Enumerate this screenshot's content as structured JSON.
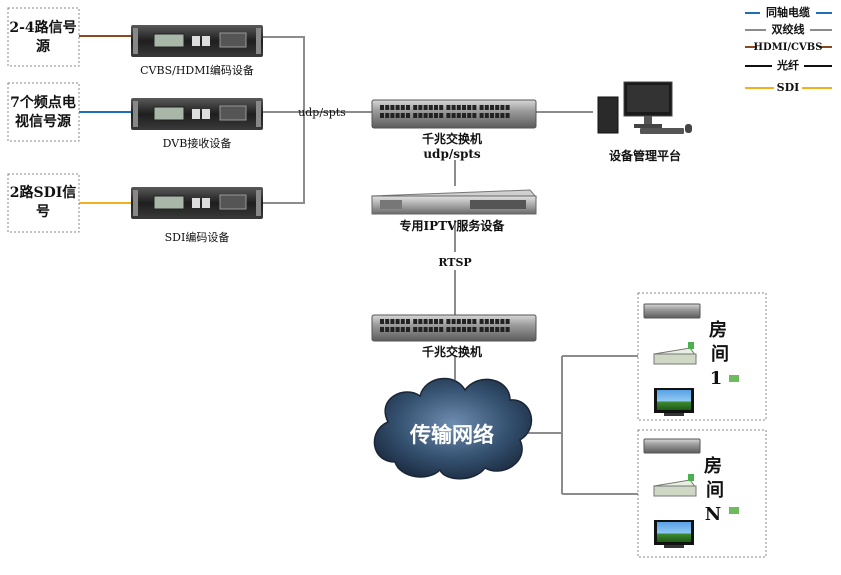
{
  "legend": [
    {
      "label": "同轴电缆",
      "color": "#1f6fb5"
    },
    {
      "label": "双绞线",
      "color": "#8c8c8c"
    },
    {
      "label": "HDMI/CVBS",
      "color": "#8b4a1e"
    },
    {
      "label": "光纤",
      "color": "#111111"
    },
    {
      "label": "SDI",
      "color": "#f2b01e"
    }
  ],
  "sources": {
    "src1": "2-4路信号源",
    "src1_lines": [
      "2-4路信号",
      "源"
    ],
    "src2": "7个频点电视信号源",
    "src2_lines": [
      "7个频点电",
      "视信号源"
    ],
    "src3": "2路SDI信号",
    "src3_lines": [
      "2路SDI信",
      "号"
    ]
  },
  "devices": {
    "enc1": "CVBS/HDMI编码设备",
    "dvb": "DVB接收设备",
    "enc2": "SDI编码设备",
    "switch1_line1": "千兆交换机",
    "switch1_line2": "udp/spts",
    "platform": "设备管理平台",
    "iptv": "专用IPTV服务设备",
    "rtsp": "RTSP",
    "switch2": "千兆交换机",
    "cloud": "传输网络",
    "udp_label": "udp/spts"
  },
  "rooms": [
    {
      "chars": [
        "房",
        "间",
        "1"
      ]
    },
    {
      "chars": [
        "房",
        "间",
        "N"
      ]
    }
  ]
}
